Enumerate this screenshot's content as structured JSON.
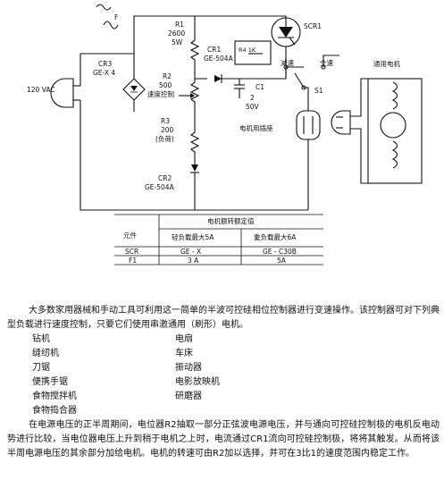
{
  "schematic": {
    "labels": {
      "fuse": "F",
      "r1": "R1\n2600\n5W",
      "scr1": "SCR1",
      "cr1": "CR1\nGE-504A",
      "cap": "R4  1K\nC1\n2\n50V",
      "cr3": "CR3\nGE-X 4",
      "source": "120 VAC",
      "r2": "R2\n500\n速度控制",
      "r3": "R3\n200\n(负荷)",
      "cr2": "CR2\nGE-504A",
      "sw_slow": "减速",
      "sw_full": "全速",
      "s1": "S1",
      "plug": "电机用插座",
      "motor": "通用电机"
    },
    "table": {
      "title": "电机额转额定值",
      "col_part": "元件",
      "col_a": "轻负载最大5A",
      "col_b": "重负载最大6A",
      "rows": [
        {
          "part": "SCR",
          "a": "GE - X",
          "b": "GE - C30B"
        },
        {
          "part": "F1",
          "a": "3 A",
          "b": "5A"
        }
      ]
    }
  },
  "description": {
    "intro": "大多数家用器械和手动工具可利用这一简单的半波可控硅相位控制器进行变速操作。该控制器可对下列典型负载进行速度控制，只要它们使用串激通用（刷形）电机。",
    "applications": [
      "钻机",
      "电扇",
      "缝纫机",
      "车床",
      "刀锯",
      "振动器",
      "便携手锯",
      "电影放映机",
      "食物搅拌机",
      "研磨器",
      "食物捣合器"
    ],
    "operation": "在电源电压的正半周期间，电位器R2抽取一部分正弦波电源电压，并与通向可控硅控制极的电机反电动势进行比较，当电位器电压上升到稍于电机之上时，电流通过CR1流向可控硅控制极，将将其触发。从而将该半周电源电压的其余部分加给电机。电机的转速可由R2加以选择，并可在3比1的速度范围内稳定工作。"
  }
}
